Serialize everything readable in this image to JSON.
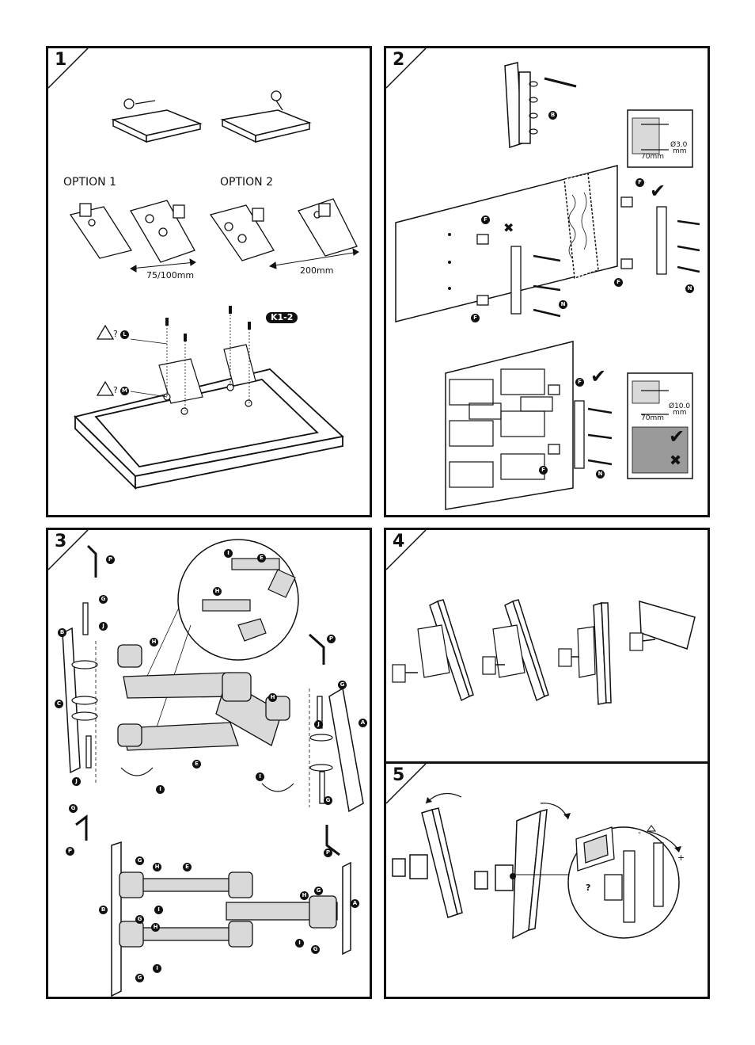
{
  "panels": [
    {
      "number": "1"
    },
    {
      "number": "2"
    },
    {
      "number": "3"
    },
    {
      "number": "4"
    },
    {
      "number": "5"
    }
  ],
  "panel1": {
    "option1": "OPTION 1",
    "option2": "OPTION 2",
    "dim_75_100": "75/100mm",
    "dim_200": "200mm",
    "screw_kit": "K1-2",
    "warning_mark": "?",
    "letter_L": "L",
    "letter_M": "M"
  },
  "panel2": {
    "letter_B": "B",
    "letter_F": "F",
    "letter_N": "N",
    "wood_diameter": "Ø3.0",
    "wood_unit": "mm",
    "wood_depth": "70mm",
    "brick_diameter": "Ø10.0",
    "brick_unit": "mm",
    "brick_depth": "70mm",
    "check_mark": "✔",
    "cross_mark": "✖"
  },
  "panel3": {
    "letters": {
      "A": "A",
      "B": "B",
      "C": "C",
      "E": "E",
      "G": "G",
      "H": "H",
      "I": "I",
      "J": "J",
      "P": "P"
    }
  },
  "panel5": {
    "question_mark": "?",
    "minus": "-",
    "plus": "+"
  },
  "colors": {
    "ink": "#111111",
    "paper": "#ffffff",
    "grey_fill": "#d9d9d9",
    "dark_grey": "#9a9a9a"
  }
}
